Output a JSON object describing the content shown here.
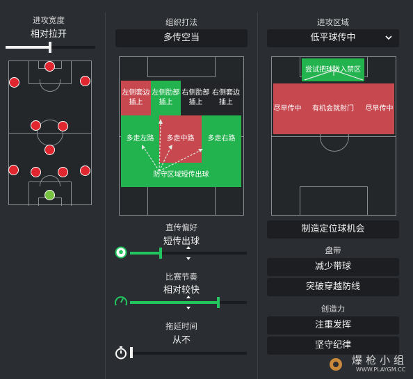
{
  "left": {
    "width_title": "进攻宽度",
    "width_value": "相对拉开",
    "width_level": 0.5
  },
  "middle": {
    "style_title": "组织打法",
    "style_value": "多传空当",
    "zones": {
      "left_wide": "左侧套边插上",
      "left_half": "左侧肋部插上",
      "right_half": "右侧肋部插上",
      "right_wide": "右侧套边插上",
      "left_lane": "多走左路",
      "centre_lane": "多走中路",
      "right_lane": "多走右路",
      "defense": "防守区域短传出球"
    },
    "passing_title": "直传偏好",
    "passing_value": "短传出球",
    "passing_level": 0.2,
    "tempo_title": "比赛节奏",
    "tempo_value": "相对较快",
    "tempo_level": 0.75,
    "timewaste_title": "拖延时间",
    "timewaste_value": "从不",
    "timewaste_level": 0.0
  },
  "right": {
    "attack_title": "进攻区域",
    "attack_value": "低平球传中",
    "zones": {
      "box": "尝试把球做入禁区",
      "left_cross": "尽早传中",
      "shoot": "有机会就射门",
      "right_cross": "尽早传中"
    },
    "set_piece_btn": "制造定位球机会",
    "dribble_title": "盘带",
    "dribble_btn1": "减少带球",
    "dribble_btn2": "突破穿越防线",
    "creative_title": "创造力",
    "creative_btn1": "注重发挥",
    "creative_btn2": "坚守纪律"
  },
  "watermark": {
    "text": "爆枪小组",
    "url": "WWW.PLAYGM.CC"
  },
  "icons": [
    "soccer-ball-icon",
    "speedometer-icon",
    "stopwatch-icon",
    "chevron-down-icon"
  ]
}
